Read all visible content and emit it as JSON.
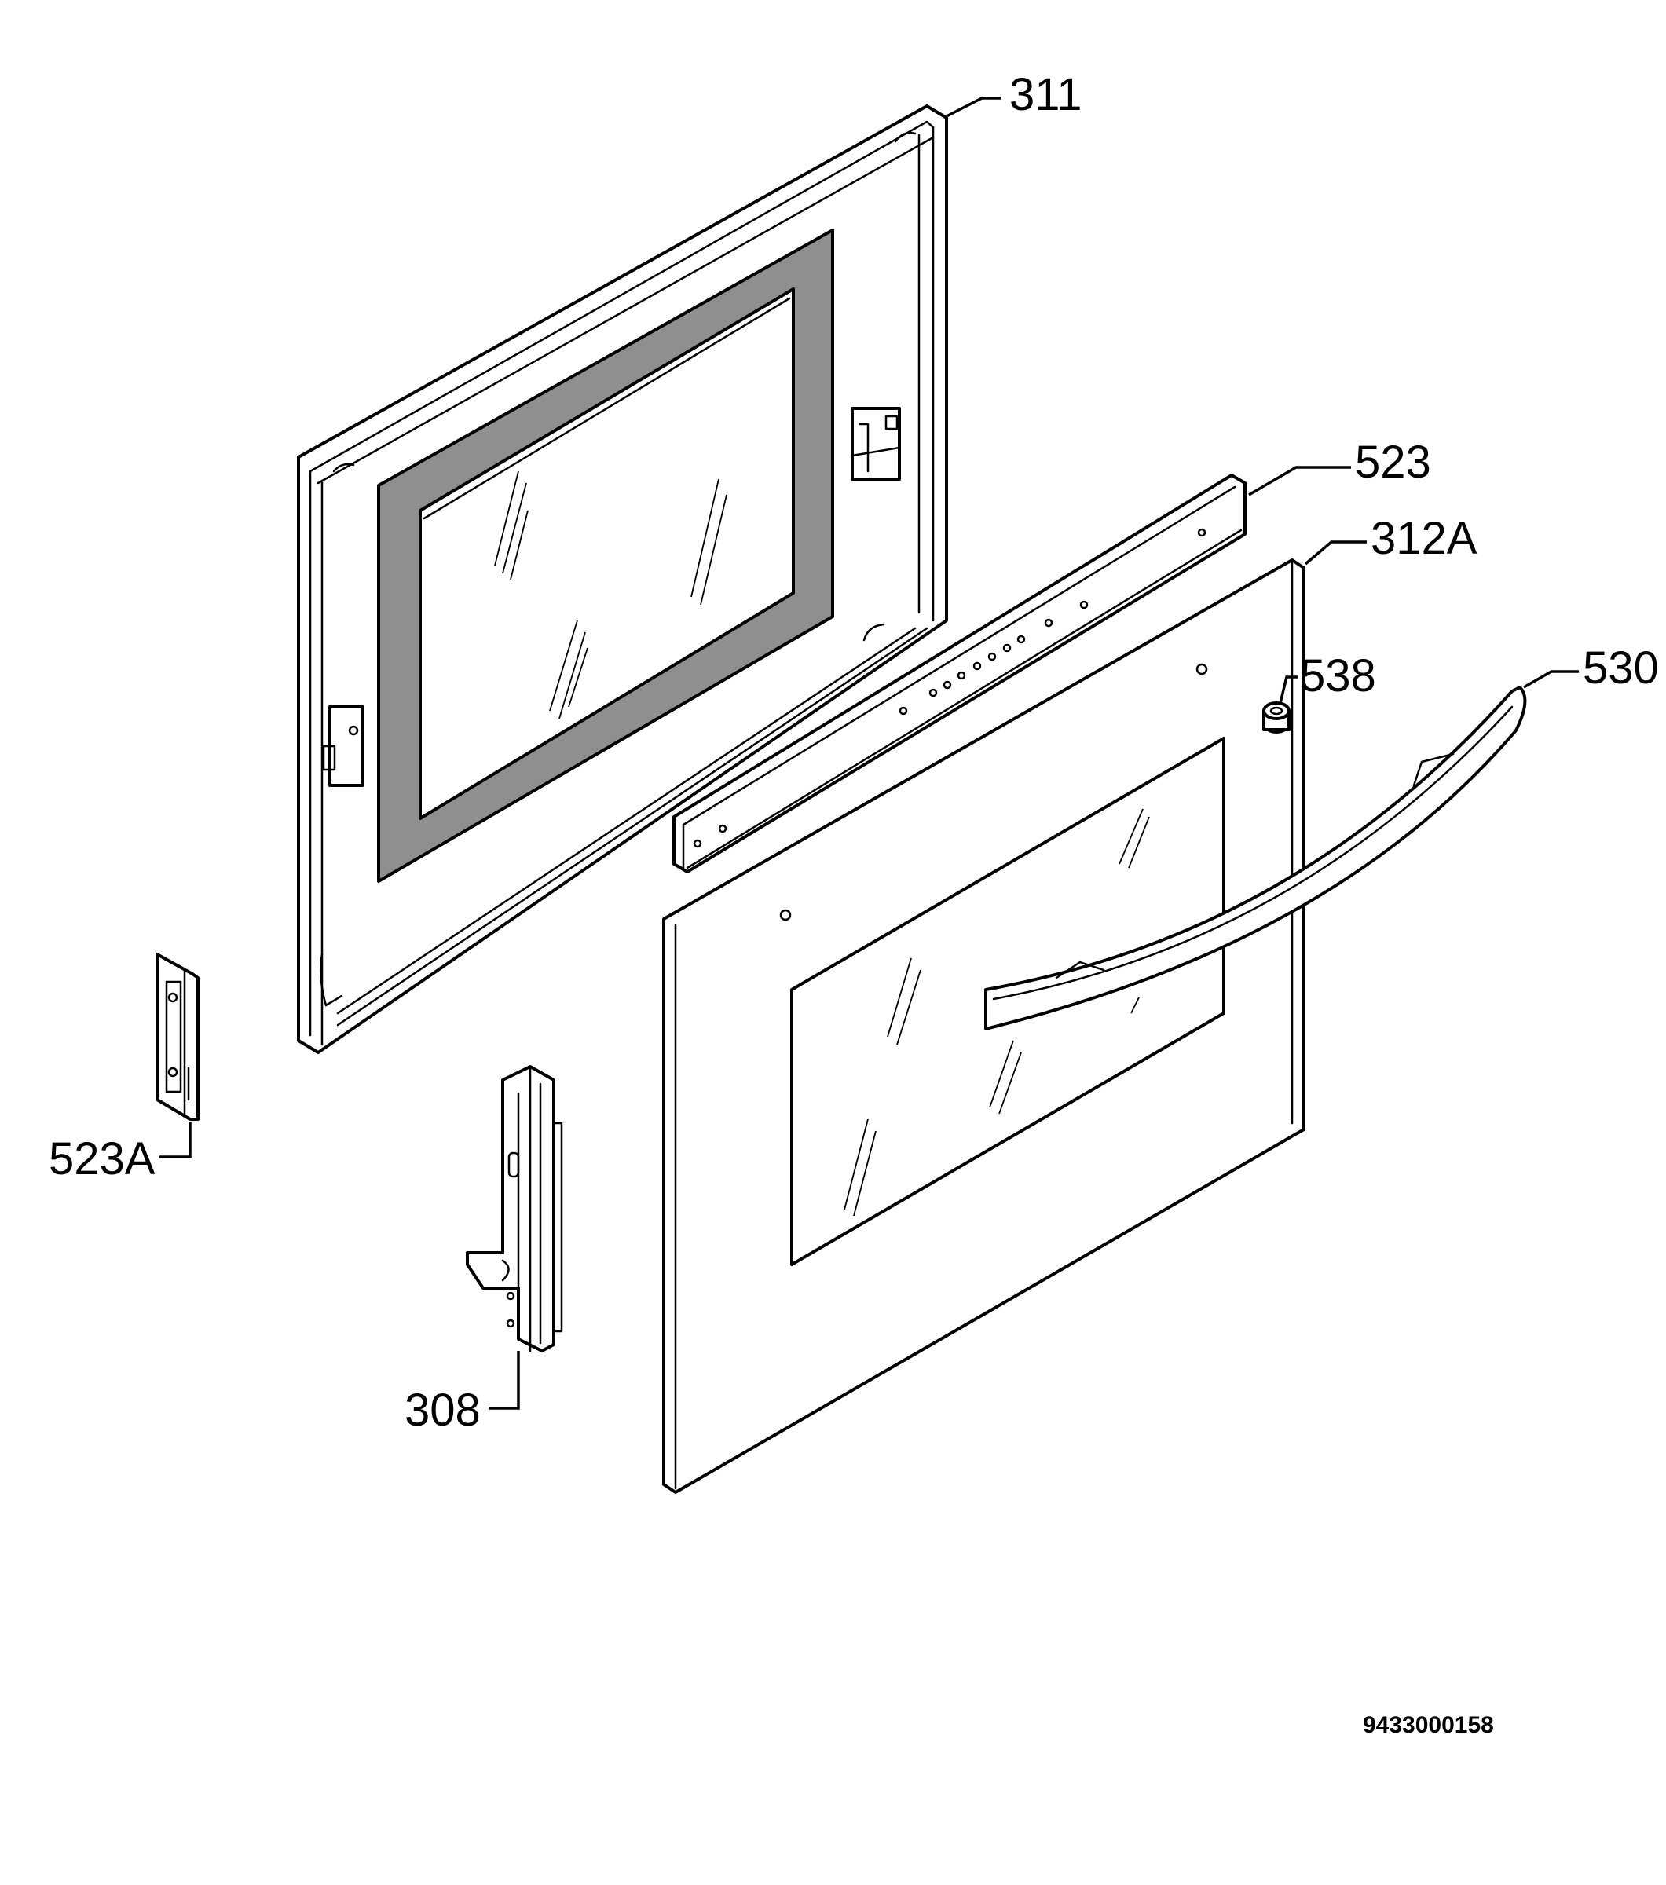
{
  "diagram": {
    "type": "exploded-parts-diagram",
    "document_number": "9433000158",
    "parts": [
      {
        "id": "p311",
        "label": "311"
      },
      {
        "id": "p523",
        "label": "523"
      },
      {
        "id": "p312a",
        "label": "312A"
      },
      {
        "id": "p538",
        "label": "538"
      },
      {
        "id": "p530",
        "label": "530"
      },
      {
        "id": "p523a",
        "label": "523A"
      },
      {
        "id": "p308",
        "label": "308"
      }
    ]
  }
}
